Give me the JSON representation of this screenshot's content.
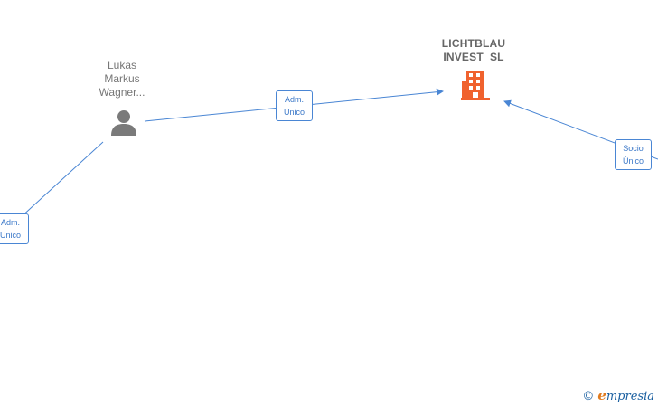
{
  "nodes": {
    "person": {
      "line1": "Lukas",
      "line2": "Markus",
      "line3": "Wagner..."
    },
    "company": {
      "line1": "LICHTBLAU",
      "line2": "INVEST  SL"
    }
  },
  "edges": {
    "adm_unico_top": {
      "line1": "Adm.",
      "line2": "Unico"
    },
    "adm_unico_left": {
      "line1": "Adm.",
      "line2": "Unico"
    },
    "socio_unico": {
      "line1": "Socio",
      "line2": "Único"
    }
  },
  "watermark": {
    "copyright": "©",
    "brand_initial": "e",
    "brand_rest": "mpresia"
  },
  "colors": {
    "edge": "#4a86d4",
    "company_icon": "#f0622e",
    "person_icon": "#7a7a7a"
  },
  "icons": {
    "person": "person-icon",
    "company": "building-icon"
  }
}
